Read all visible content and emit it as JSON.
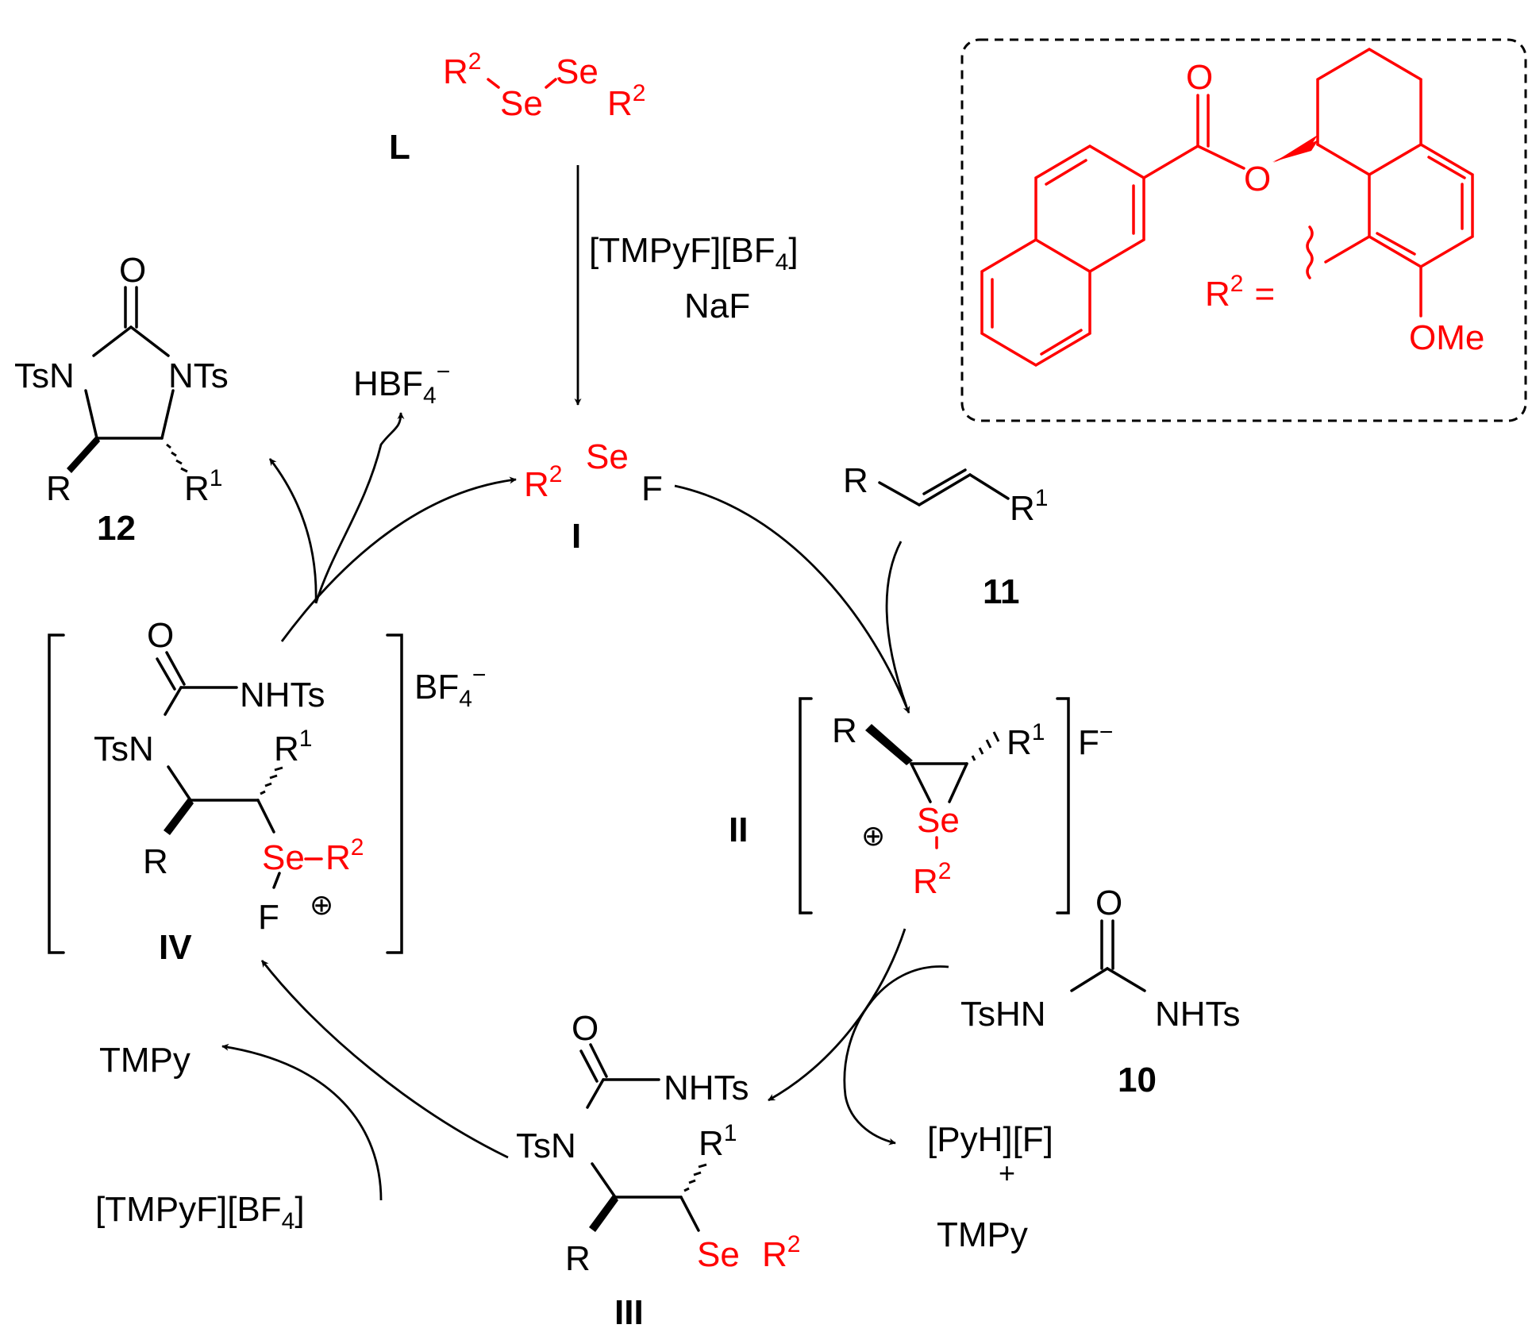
{
  "colors": {
    "ink": "#000000",
    "red": "#ff0000",
    "background": "#ffffff"
  },
  "labels": {
    "L": "L",
    "I": "I",
    "II": "II",
    "III": "III",
    "IV": "IV",
    "c10": "10",
    "c11": "11",
    "c12": "12"
  },
  "reagents": {
    "top_line1": "[TMPyF][BF",
    "top_line1_sub": "4",
    "top_line1_end": "]",
    "top_line2": "NaF",
    "hbf4": "HBF",
    "hbf4_sub": "4",
    "hbf4_sup": "−",
    "pyhf": "[PyH][F]",
    "plus": "+",
    "tmpy_right": "TMPy",
    "tmpy_left": "TMPy",
    "tmpyf_bottom": "[TMPyF][BF",
    "tmpyf_bottom_sub": "4",
    "tmpyf_bottom_end": "]"
  },
  "atoms": {
    "R": "R",
    "R1": "R",
    "one": "1",
    "R2": "R",
    "two": "2",
    "Se": "Se",
    "F": "F",
    "O": "O",
    "TsN": "TsN",
    "NTs": "NTs",
    "NHTs": "NHTs",
    "TsHN": "TsHN",
    "OMe": "OMe",
    "R2_eq": "R",
    "eq": "=",
    "counter_BF": "BF",
    "counter_BF_sub": "4",
    "counter_minus": "−",
    "F_anion": "F",
    "F_anion_sup": "−",
    "oplus": "⊕"
  }
}
